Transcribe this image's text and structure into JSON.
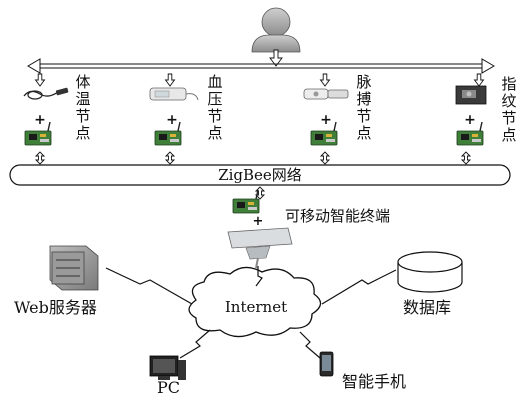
{
  "nodes": [
    {
      "label": "体温节点",
      "sensor_icon": "thermometer-probe-icon"
    },
    {
      "label": "血压节点",
      "sensor_icon": "blood-pressure-cuff-icon"
    },
    {
      "label": "脉搏节点",
      "sensor_icon": "pulse-sensor-icon"
    },
    {
      "label": "指纹节点",
      "sensor_icon": "fingerprint-scanner-icon"
    }
  ],
  "network": {
    "label": "ZigBee网络"
  },
  "terminal": {
    "label": "可移动智能终端"
  },
  "internet": {
    "label": "Internet"
  },
  "web_server": {
    "label": "Web服务器"
  },
  "database": {
    "label": "数据库"
  },
  "pc": {
    "label": "PC"
  },
  "smartphone": {
    "label": "智能手机"
  },
  "plus_symbol": "+",
  "user_icon": "user-silhouette-icon",
  "colors": {
    "line": "#111111",
    "fill_gray": "#9e9e9e",
    "board_green": "#3f7f3a"
  }
}
